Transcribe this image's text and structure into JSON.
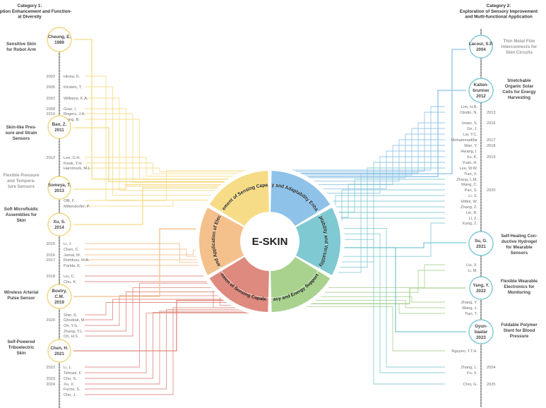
{
  "center": "E-SKIN",
  "categories": {
    "left": {
      "title": "Category 1:",
      "subtitle_lines": [
        "Perception Enhancement and Function-",
        "al Diversity"
      ]
    },
    "right": {
      "title": "Category 2:",
      "subtitle_lines": [
        "Exploration of Sensory Improvement",
        "and Multi-functional Application"
      ]
    }
  },
  "sectors": [
    {
      "label": "Enhancement of Sensing Capabilities",
      "color": "#f6dc86"
    },
    {
      "label": "Elasticity and Adaptability Enhancement",
      "color": "#8ec2e8"
    },
    {
      "label": "Structural Adaptability and Versatility Enhancement",
      "color": "#7fc9d2"
    },
    {
      "label": "Signal Accuracy and Energy Support Optimization",
      "color": "#a9d28f"
    },
    {
      "label": "Expansion of Sensing Capabilities",
      "color": "#de8a7e"
    },
    {
      "label": "Integration and Application of Electronic Skin",
      "color": "#f4c08c"
    }
  ],
  "left_nodes": [
    {
      "label": [
        "Cheung, E.",
        "1989"
      ],
      "topic": [
        "Sensitive Skin",
        "for Robot Arm"
      ]
    },
    {
      "label": [
        "Bao, Z.",
        "2011"
      ],
      "topic": [
        "Skin-like Pres-",
        "sure and Strain",
        "Sensors"
      ]
    },
    {
      "label": [
        "Someya, T.",
        "2013"
      ],
      "topic": [
        "Flexible Pressure",
        "and Tempera-",
        "ture Sensors"
      ]
    },
    {
      "label": [
        "Xu, S.",
        "2014"
      ],
      "topic": [
        "Soft Microfluidic",
        "Assemblies for",
        "Skin"
      ]
    },
    {
      "label": [
        "Boutry,",
        "C.M.",
        "2019"
      ],
      "topic": [
        "Wireless Arterial",
        "Pulse Sensor"
      ]
    },
    {
      "label": [
        "Chen, H.",
        "2021"
      ],
      "topic": [
        "Self-Powered",
        "Triboelectric",
        "Skin"
      ]
    }
  ],
  "right_nodes": [
    {
      "label": [
        "Lacour, S.P.",
        "2004"
      ],
      "topic": [
        "Thin Metal Film",
        "Interconnects for",
        "Skin Circuits"
      ]
    },
    {
      "label": [
        "Kalten-",
        "brunner",
        "2012"
      ],
      "topic": [
        "Stretchable",
        "Organic Solar",
        "Cells for Energy",
        "Harvesting"
      ]
    },
    {
      "label": [
        "Su, G.",
        "2021"
      ],
      "topic": [
        "Self-Healing Con-",
        "ductive Hydrogel",
        "for Wearable",
        "Sensors"
      ]
    },
    {
      "label": [
        "Yang, Y.",
        "2022"
      ],
      "topic": [
        "Flexible Wearable",
        "Electronics for",
        "Monitoring"
      ]
    },
    {
      "label": [
        "Oyun-",
        "baatar",
        "2023"
      ],
      "topic": [
        "Foldable Polymer",
        "Stent for Blood",
        "Pressure"
      ]
    }
  ],
  "left_years": [
    "2002",
    "2005",
    "2007",
    "2009",
    "2010",
    "2012",
    "2015",
    "2016",
    "2017",
    "2018",
    "2020",
    "2022",
    "2023",
    "2024"
  ],
  "left_authors": [
    "Hirota, K.",
    "Kirstein, T.",
    "Williams, K.A.",
    "Graz, I.",
    "Rogers, J.A.",
    "Wang, B.",
    "Lee, G.H.",
    "Kwak, Y.H.",
    "Hammock, M.L.",
    "Offi, F.",
    "Mittendorfer, P.",
    "Li, J.",
    "Chen, C.",
    "Jamal, M.",
    "Rothfuss, M.A.",
    "Parida, K.",
    "Liu, C.",
    "Chu, K.",
    "Shin, K.",
    "Ghodrati, M.",
    "Oh, Y.S.",
    "Zhang, Y.L.",
    "Oh, H.S.",
    "Li, L.",
    "Tehrani, F.",
    "Cho, S.",
    "Xu, X.",
    "Fuchs, S.",
    "Cho, J."
  ],
  "right_years": [
    "2013",
    "2016",
    "2017",
    "2018",
    "2019",
    "2020",
    "2024",
    "2025"
  ],
  "right_authors": [
    "Lim, H.B.",
    "Obidin, N.",
    "Imani, S.",
    "Ge, J.",
    "Lai, Y.C.",
    "Mohammadifar",
    "Wan, Y.",
    "Hwang, I.",
    "Xu, K.",
    "Yuan, H.",
    "Lee, W.W.",
    "Tian, X.",
    "Zhang, L.M.",
    "Wang, C.",
    "Pan, S.",
    "Li, S.",
    "Hittini, W.",
    "Zhang, Z.",
    "Lin, R.",
    "Li, Z.",
    "Kang, Z.",
    "Liu, X.",
    "Li, M.",
    "Zhang, Y.",
    "Wang, J.",
    "Tian, T.",
    "Nguyen, T.T.H.",
    "Zhang, L.",
    "Fu, X.",
    "Choi, G."
  ]
}
